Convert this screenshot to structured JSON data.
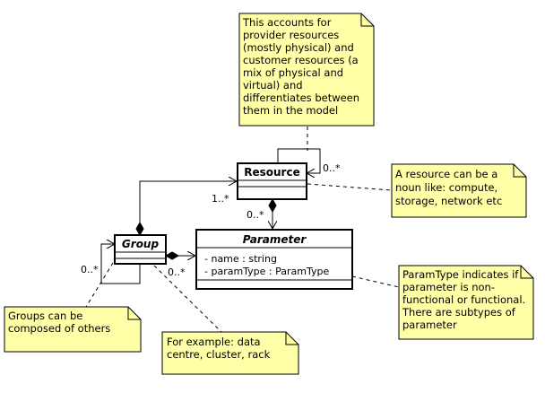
{
  "notes": {
    "resource_note": [
      "This accounts for",
      "provider resources",
      "(mostly physical) and",
      "customer resources (a",
      "mix of physical and",
      "virtual) and",
      "differentiates between",
      "them in the model"
    ],
    "noun_note": [
      "A resource can be a",
      "noun like: compute,",
      "storage, network etc"
    ],
    "paramtype_note": [
      "ParamType indicates if",
      "parameter is non-",
      "functional or functional.",
      "There are subtypes of",
      "parameter"
    ],
    "groups_note": [
      "Groups can be",
      "composed of others"
    ],
    "example_note": [
      "For example: data",
      "centre, cluster, rack"
    ]
  },
  "classes": {
    "resource": {
      "name": "Resource"
    },
    "group": {
      "name": "Group"
    },
    "parameter": {
      "name": "Parameter",
      "attributes": [
        "- name : string",
        "- paramType : ParamType"
      ]
    }
  },
  "multiplicities": {
    "resource_self": "0..*",
    "resource_from_group": "1..*",
    "parameter_from_resource": "0..*",
    "group_self": "0..*",
    "group_to_parameter": "0..*"
  }
}
